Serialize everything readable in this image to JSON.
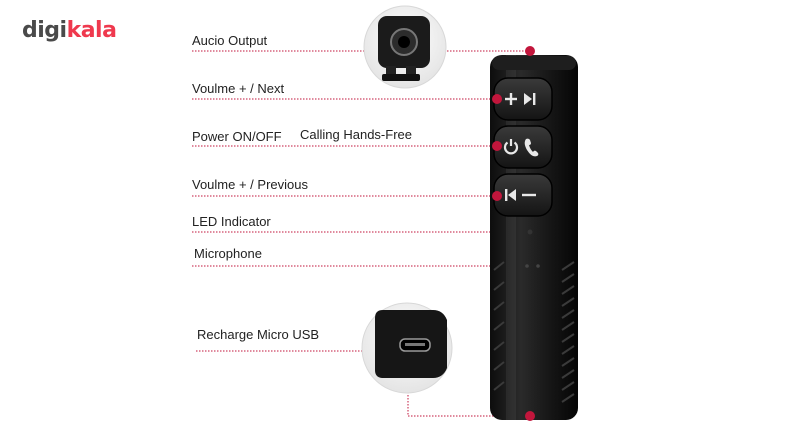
{
  "brand": {
    "logo_part1": "digi",
    "logo_part2": "kala",
    "logo_color_gray": "#4a4a4a",
    "logo_color_red": "#ef394e"
  },
  "accent_color": "#c2163c",
  "labels": {
    "audio_output": "Aucio Output",
    "volume_next": "Voulme + / Next",
    "power": "Power ON/OFF",
    "calling": "Calling Hands-Free",
    "volume_previous": "Voulme + / Previous",
    "led": "LED Indicator",
    "microphone": "Microphone",
    "recharge": "Recharge Micro USB"
  },
  "device": {
    "buttons": [
      {
        "icons": [
          "plus-icon",
          "next-track-icon"
        ]
      },
      {
        "icons": [
          "power-icon",
          "phone-icon"
        ]
      },
      {
        "icons": [
          "previous-track-icon",
          "minus-icon"
        ]
      }
    ]
  }
}
